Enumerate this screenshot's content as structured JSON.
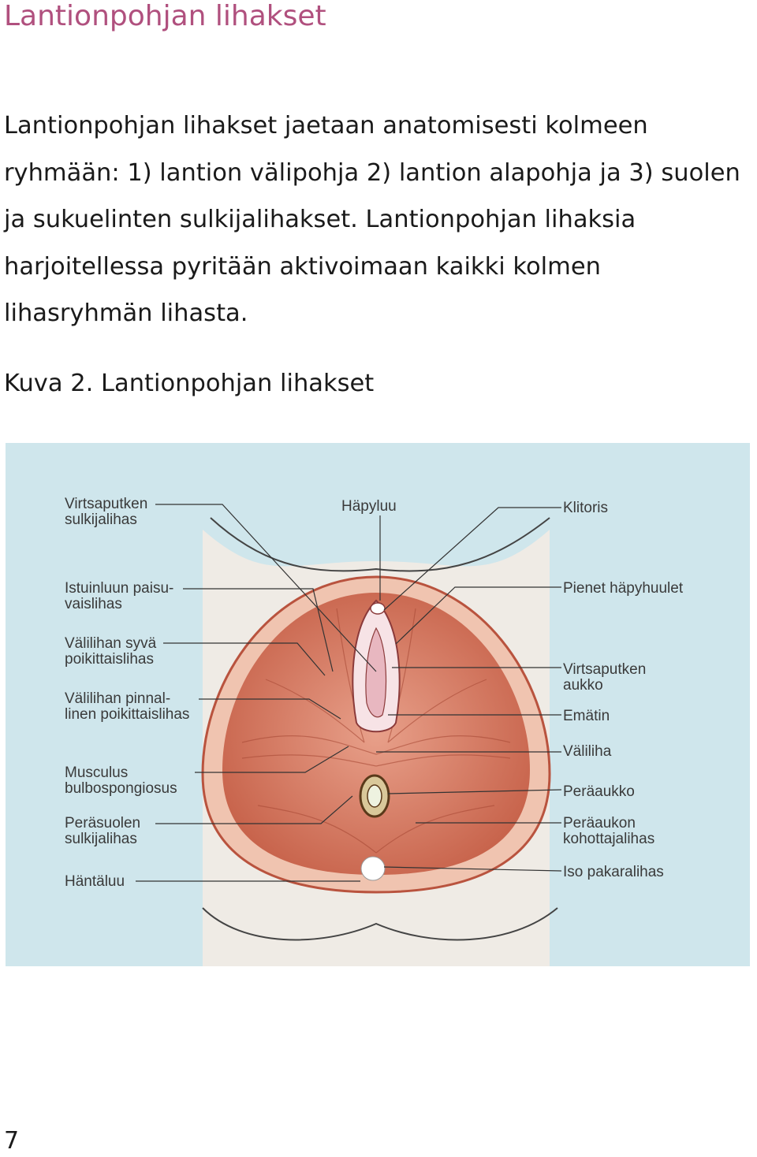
{
  "title": "Lantionpohjan lihakset",
  "paragraph": "Lantionpohjan lihakset jaetaan anatomisesti kolmeen ryhmään: 1) lantion välipohja 2) lantion alapohja ja 3) suolen ja sukuelinten sulkijalihakset. Lantionpohjan lihaksia harjoitellessa pyritään aktivoimaan kaikki kolmen lihasryhmän lihasta.",
  "caption": "Kuva 2. Lantionpohjan lihakset",
  "page_number": "7",
  "figure": {
    "colors": {
      "background": "#cfe6ec",
      "muscle": "#d9826a",
      "muscle_dark": "#b9533e",
      "skin": "#f3d6c4"
    },
    "labels_left": [
      [
        "Virtsaputken",
        "sulkijalihas"
      ],
      [
        "Istuinluun paisu-",
        "vaislihas"
      ],
      [
        "Välilihan syvä",
        "poikittaislihas"
      ],
      [
        "Välilihan pinnal-",
        "linen poikittaislihas"
      ],
      [
        "Musculus",
        "bulbospongiosus"
      ],
      [
        "Peräsuolen",
        "sulkijalihas"
      ],
      [
        "Häntäluu"
      ]
    ],
    "label_top": [
      "Häpyluu"
    ],
    "labels_right": [
      [
        "Klitoris"
      ],
      [
        "Pienet häpyhuulet"
      ],
      [
        "Virtsaputken",
        "aukko"
      ],
      [
        "Emätin"
      ],
      [
        "Väliliha"
      ],
      [
        "Peräaukko"
      ],
      [
        "Peräaukon",
        "kohottajalihas"
      ],
      [
        "Iso pakaralihas"
      ]
    ]
  }
}
